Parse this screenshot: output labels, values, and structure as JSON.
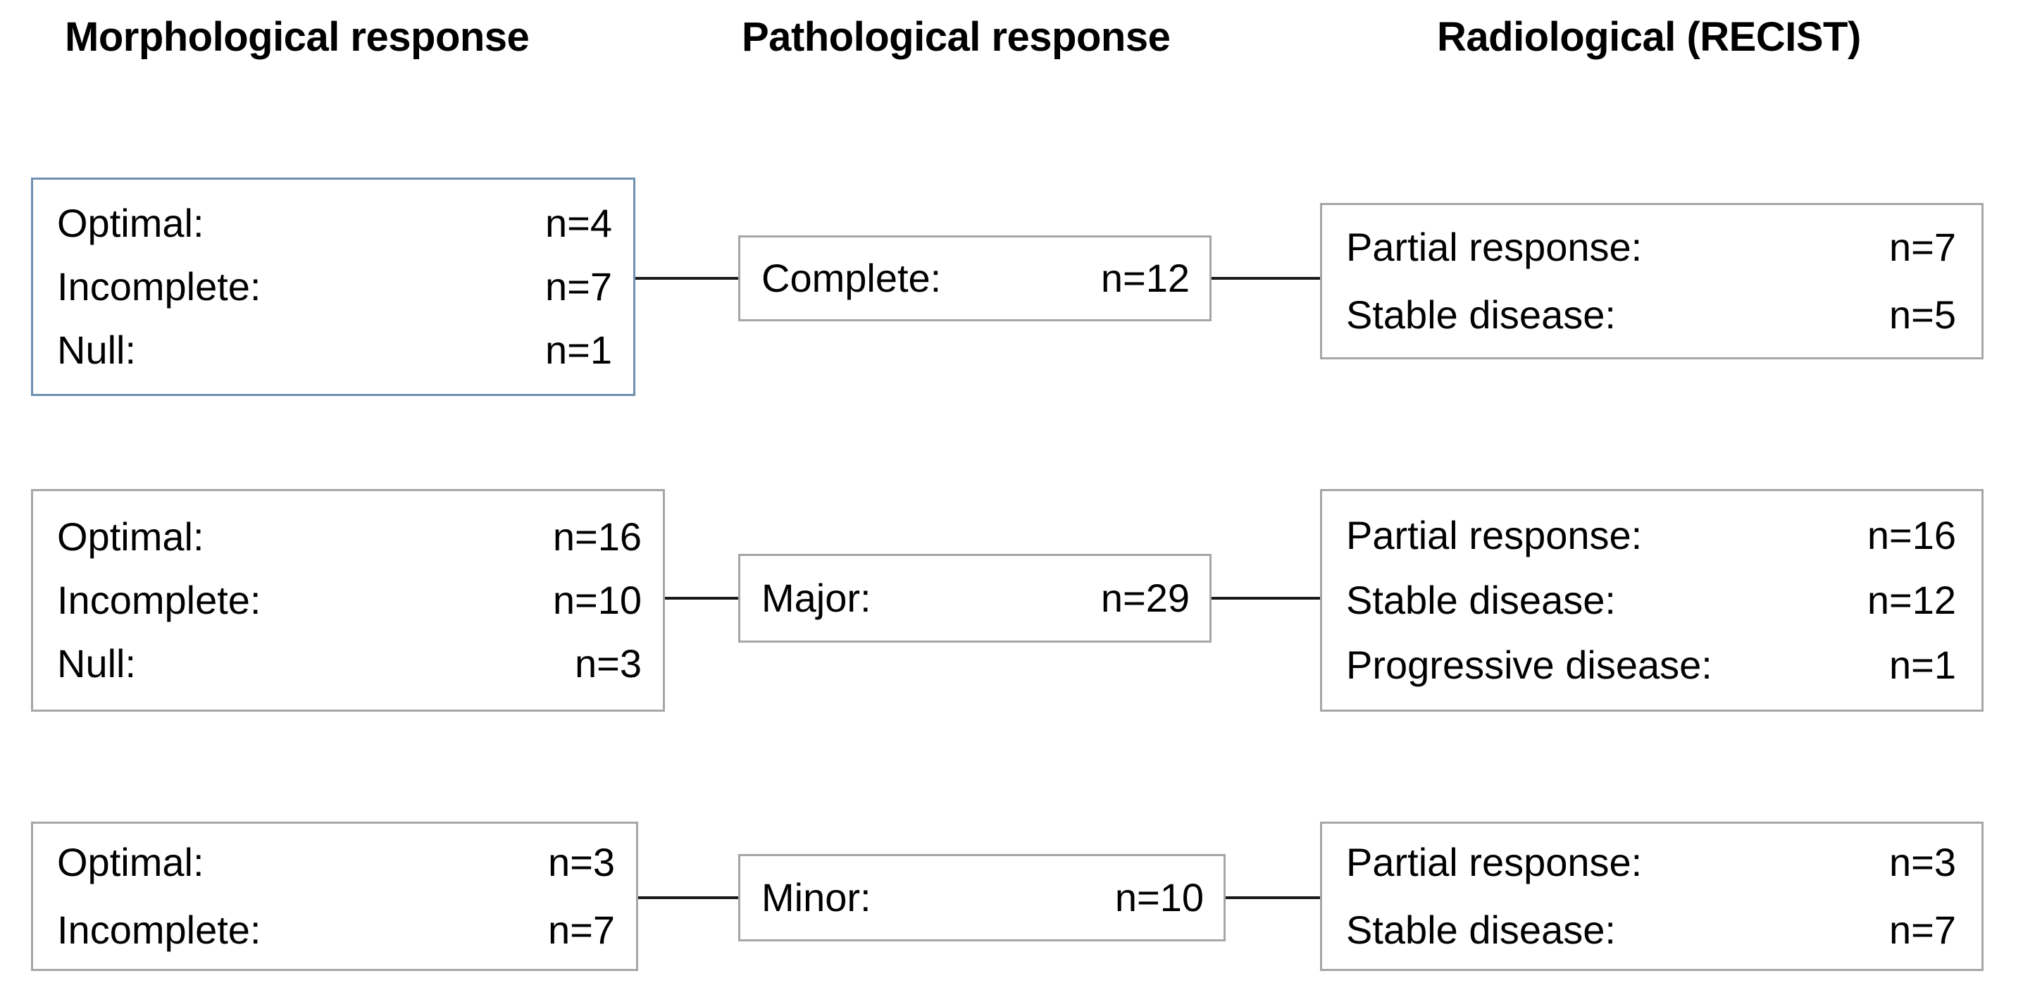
{
  "headers": {
    "morphological": "Morphological response",
    "pathological": "Pathological response",
    "radiological": "Radiological (RECIST)"
  },
  "colors": {
    "accent_border": "#6e8faf",
    "default_border": "#a6a6a6",
    "connector": "#1a1a1a",
    "text": "#000000",
    "background": "#ffffff"
  },
  "rows": [
    {
      "morphological": {
        "highlighted": true,
        "lines": [
          {
            "label": "Optimal:",
            "value": "n=4"
          },
          {
            "label": "Incomplete:",
            "value": "n=7"
          },
          {
            "label": "Null:",
            "value": "n=1"
          }
        ]
      },
      "pathological": {
        "lines": [
          {
            "label": "Complete:",
            "value": "n=12"
          }
        ]
      },
      "radiological": {
        "lines": [
          {
            "label": "Partial response:",
            "value": "n=7"
          },
          {
            "label": "Stable disease:",
            "value": "n=5"
          }
        ]
      }
    },
    {
      "morphological": {
        "highlighted": false,
        "lines": [
          {
            "label": "Optimal:",
            "value": "n=16"
          },
          {
            "label": "Incomplete:",
            "value": "n=10"
          },
          {
            "label": "Null:",
            "value": "n=3"
          }
        ]
      },
      "pathological": {
        "lines": [
          {
            "label": "Major:",
            "value": "n=29"
          }
        ]
      },
      "radiological": {
        "lines": [
          {
            "label": "Partial response:",
            "value": "n=16"
          },
          {
            "label": "Stable disease:",
            "value": "n=12"
          },
          {
            "label": "Progressive disease:",
            "value": "n=1"
          }
        ]
      }
    },
    {
      "morphological": {
        "highlighted": false,
        "lines": [
          {
            "label": "Optimal:",
            "value": "n=3"
          },
          {
            "label": "Incomplete:",
            "value": "n=7"
          }
        ]
      },
      "pathological": {
        "lines": [
          {
            "label": "Minor:",
            "value": "n=10"
          }
        ]
      },
      "radiological": {
        "lines": [
          {
            "label": "Partial response:",
            "value": "n=3"
          },
          {
            "label": "Stable disease:",
            "value": "n=7"
          }
        ]
      }
    }
  ],
  "chart_data": {
    "type": "diagram",
    "title": "",
    "columns": [
      "Morphological response",
      "Pathological response",
      "Radiological (RECIST)"
    ],
    "groups": [
      {
        "pathological_response": "Complete",
        "pathological_n": 12,
        "morphological": [
          {
            "category": "Optimal",
            "n": 4
          },
          {
            "category": "Incomplete",
            "n": 7
          },
          {
            "category": "Null",
            "n": 1
          }
        ],
        "radiological": [
          {
            "category": "Partial response",
            "n": 7
          },
          {
            "category": "Stable disease",
            "n": 5
          }
        ]
      },
      {
        "pathological_response": "Major",
        "pathological_n": 29,
        "morphological": [
          {
            "category": "Optimal",
            "n": 16
          },
          {
            "category": "Incomplete",
            "n": 10
          },
          {
            "category": "Null",
            "n": 3
          }
        ],
        "radiological": [
          {
            "category": "Partial response",
            "n": 16
          },
          {
            "category": "Stable disease",
            "n": 12
          },
          {
            "category": "Progressive disease",
            "n": 1
          }
        ]
      },
      {
        "pathological_response": "Minor",
        "pathological_n": 10,
        "morphological": [
          {
            "category": "Optimal",
            "n": 3
          },
          {
            "category": "Incomplete",
            "n": 7
          }
        ],
        "radiological": [
          {
            "category": "Partial response",
            "n": 3
          },
          {
            "category": "Stable disease",
            "n": 7
          }
        ]
      }
    ]
  }
}
